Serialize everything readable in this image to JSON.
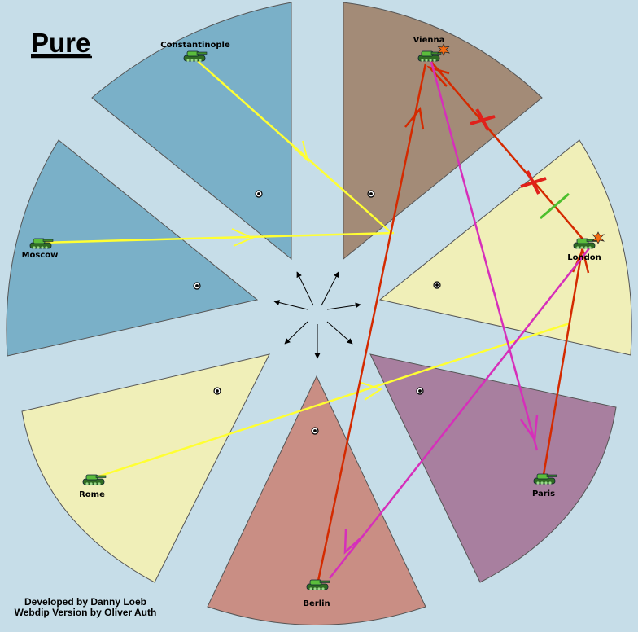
{
  "title": "Pure",
  "credits": {
    "line1": "Developed by Danny Loeb",
    "line2": "Webdip Version by Oliver Auth"
  },
  "colors": {
    "background": "#c6dde8",
    "turkey_russia": "#7ab0c8",
    "austria": "#a38b77",
    "england_italy": "#f0efb8",
    "france": "#a87f9f",
    "germany": "#c98e84",
    "move_order": "#ffff33",
    "attack_order": "#d42a00",
    "support_order": "#d62fba",
    "failed_mark": "#e0211b",
    "hold_mark": "#4dbf2d"
  },
  "territories": [
    {
      "id": "constantinople",
      "label": "Constantinople"
    },
    {
      "id": "vienna",
      "label": "Vienna"
    },
    {
      "id": "london",
      "label": "London"
    },
    {
      "id": "paris",
      "label": "Paris"
    },
    {
      "id": "berlin",
      "label": "Berlin"
    },
    {
      "id": "rome",
      "label": "Rome"
    },
    {
      "id": "moscow",
      "label": "Moscow"
    }
  ],
  "units": [
    {
      "territory": "Constantinople",
      "type": "army",
      "dislodged": false
    },
    {
      "territory": "Vienna",
      "type": "army",
      "dislodged": true
    },
    {
      "territory": "London",
      "type": "army",
      "dislodged": true
    },
    {
      "territory": "Paris",
      "type": "army",
      "dislodged": false
    },
    {
      "territory": "Berlin",
      "type": "army",
      "dislodged": false
    },
    {
      "territory": "Rome",
      "type": "army",
      "dislodged": false
    },
    {
      "territory": "Moscow",
      "type": "army",
      "dislodged": false
    }
  ],
  "orders": [
    {
      "from": "Constantinople",
      "to": "Vienna",
      "kind": "move"
    },
    {
      "from": "Moscow",
      "to": "Vienna",
      "kind": "move"
    },
    {
      "from": "Rome",
      "to": "London",
      "kind": "move"
    },
    {
      "from": "Berlin",
      "to": "Vienna",
      "kind": "attack"
    },
    {
      "from": "London",
      "to": "Vienna",
      "kind": "attack",
      "failed": true
    },
    {
      "from": "Paris",
      "to": "London",
      "kind": "attack"
    },
    {
      "from": "Vienna",
      "to": "Paris",
      "kind": "support"
    },
    {
      "from": "London",
      "to": "Berlin",
      "kind": "support"
    }
  ]
}
